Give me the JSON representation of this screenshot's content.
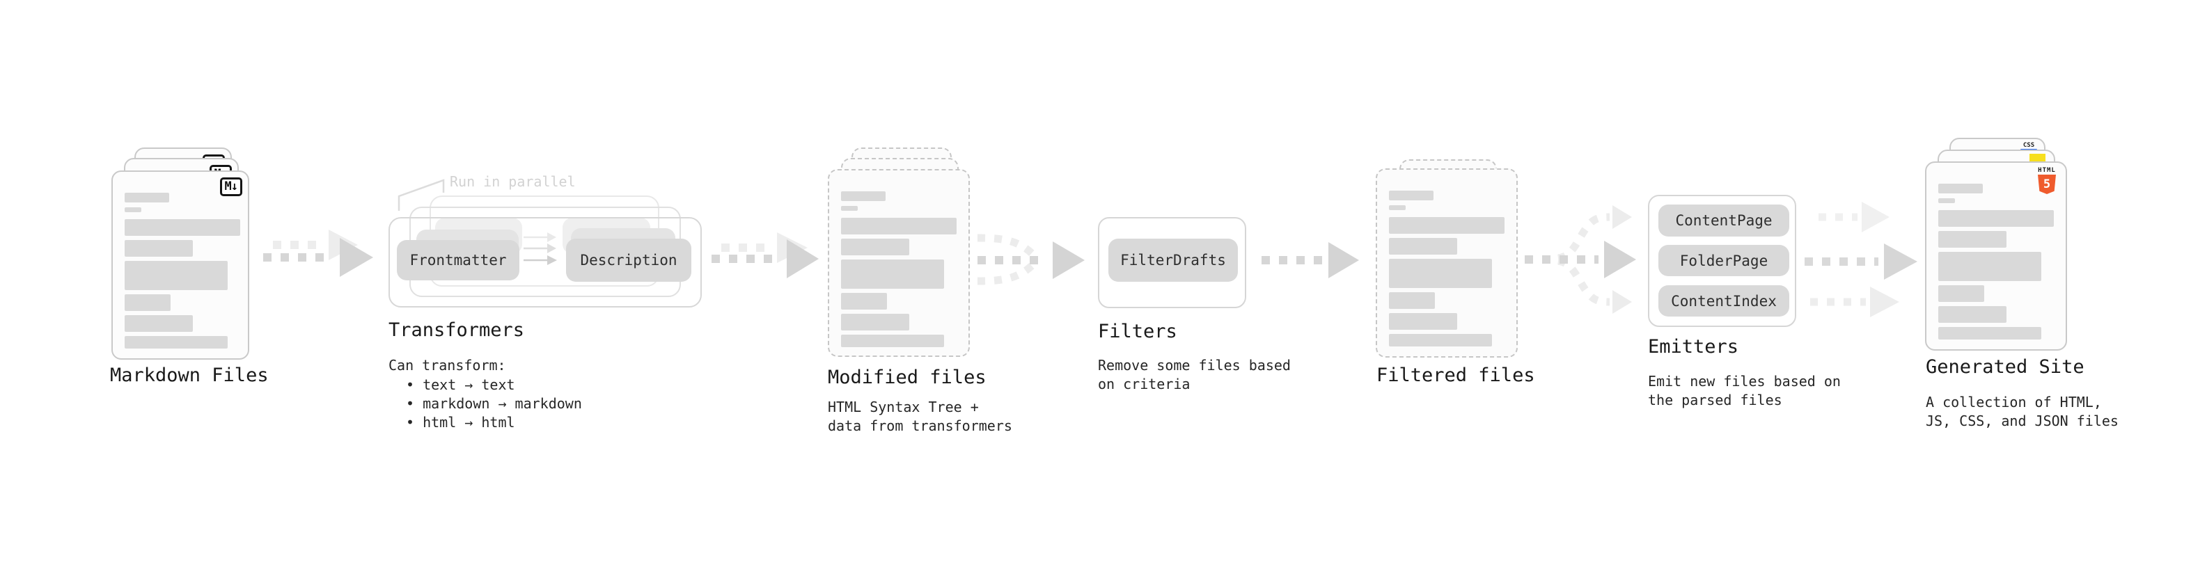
{
  "sections": {
    "markdown_files": {
      "title": "Markdown Files",
      "badge": "M↓"
    },
    "transformers": {
      "title": "Transformers",
      "annotation": "Run in parallel",
      "transformer_input": "Frontmatter",
      "transformer_output": "Description",
      "body_heading": "Can transform:",
      "bullets": [
        "• text → text",
        "• markdown → markdown",
        "• html → html"
      ]
    },
    "modified_files": {
      "title": "Modified files",
      "description_line1": "HTML Syntax Tree +",
      "description_line2": "data from transformers"
    },
    "filters": {
      "title": "Filters",
      "filter_name": "FilterDrafts",
      "description_line1": "Remove some files based",
      "description_line2": "on criteria"
    },
    "filtered_files": {
      "title": "Filtered files"
    },
    "emitters": {
      "title": "Emitters",
      "emitter_names": [
        "ContentPage",
        "FolderPage",
        "ContentIndex"
      ],
      "description_line1": "Emit new files based on",
      "description_line2": "the parsed files"
    },
    "generated_site": {
      "title": "Generated Site",
      "description_line1": "A collection of HTML,",
      "description_line2": "JS, CSS, and JSON files",
      "html5_label": "HTML",
      "html5_number": "5",
      "css_label": "CSS"
    }
  },
  "colors": {
    "html5_orange": "#ef5b2d",
    "js_yellow": "#f7df1e",
    "css_blue": "#2b6df0",
    "skeleton_gray": "#d9d9d9",
    "arrow_gray": "#d6d6d6",
    "arrow_light": "#ededed",
    "annotation_gray": "#d2d2d2"
  }
}
